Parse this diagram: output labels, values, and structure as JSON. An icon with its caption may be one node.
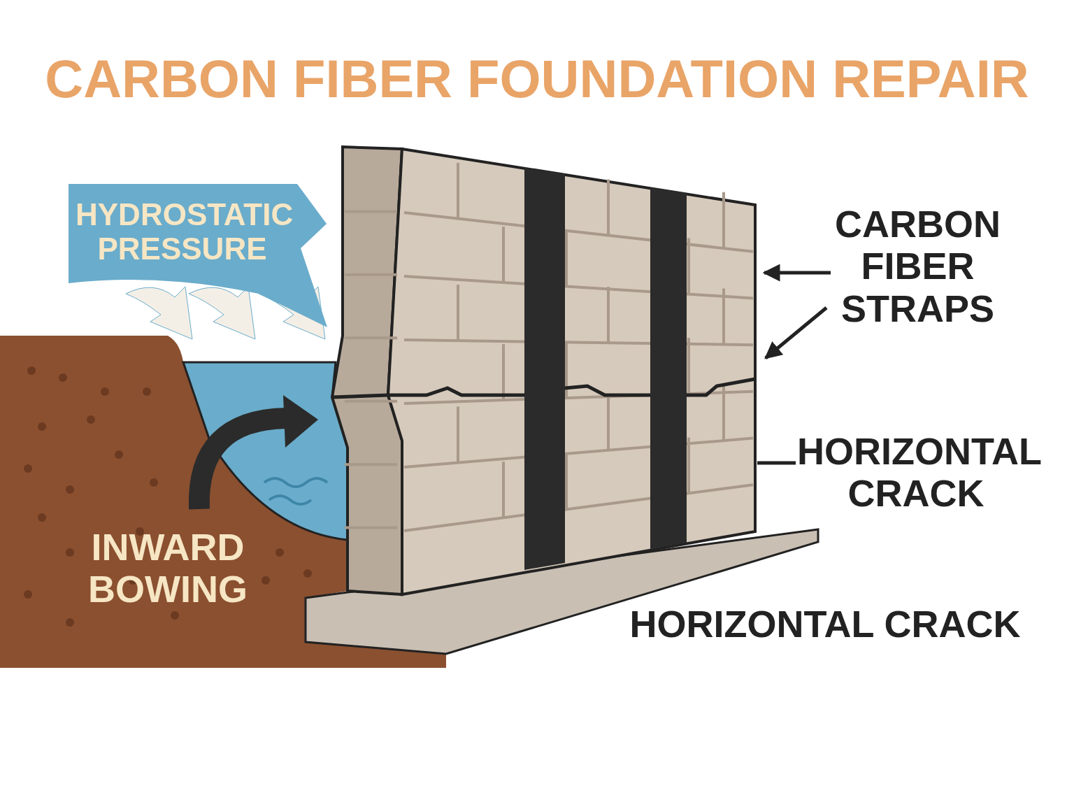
{
  "diagram": {
    "title": "CARBON FIBER FOUNDATION REPAIR",
    "nodes": [
      {
        "text": [
          "HYDROSTATIC PRESSURE"
        ]
      },
      {
        "text": [
          "CARBON FIBER STRAPS"
        ]
      },
      {
        "text": [],
        "shape": "picture"
      },
      {
        "text": [
          "HORIZONTAL CRACK"
        ]
      }
    ],
    "edges": [
      {
        "from": 1,
        "to": 2,
        "arrow": "to"
      },
      {
        "from": 1,
        "to": 2,
        "arrow": "to"
      },
      {
        "from": 3,
        "to": 2,
        "arrow": "none"
      }
    ],
    "labels": [
      "INWARD BOWING",
      "HORIZONTAL CRACK"
    ]
  }
}
